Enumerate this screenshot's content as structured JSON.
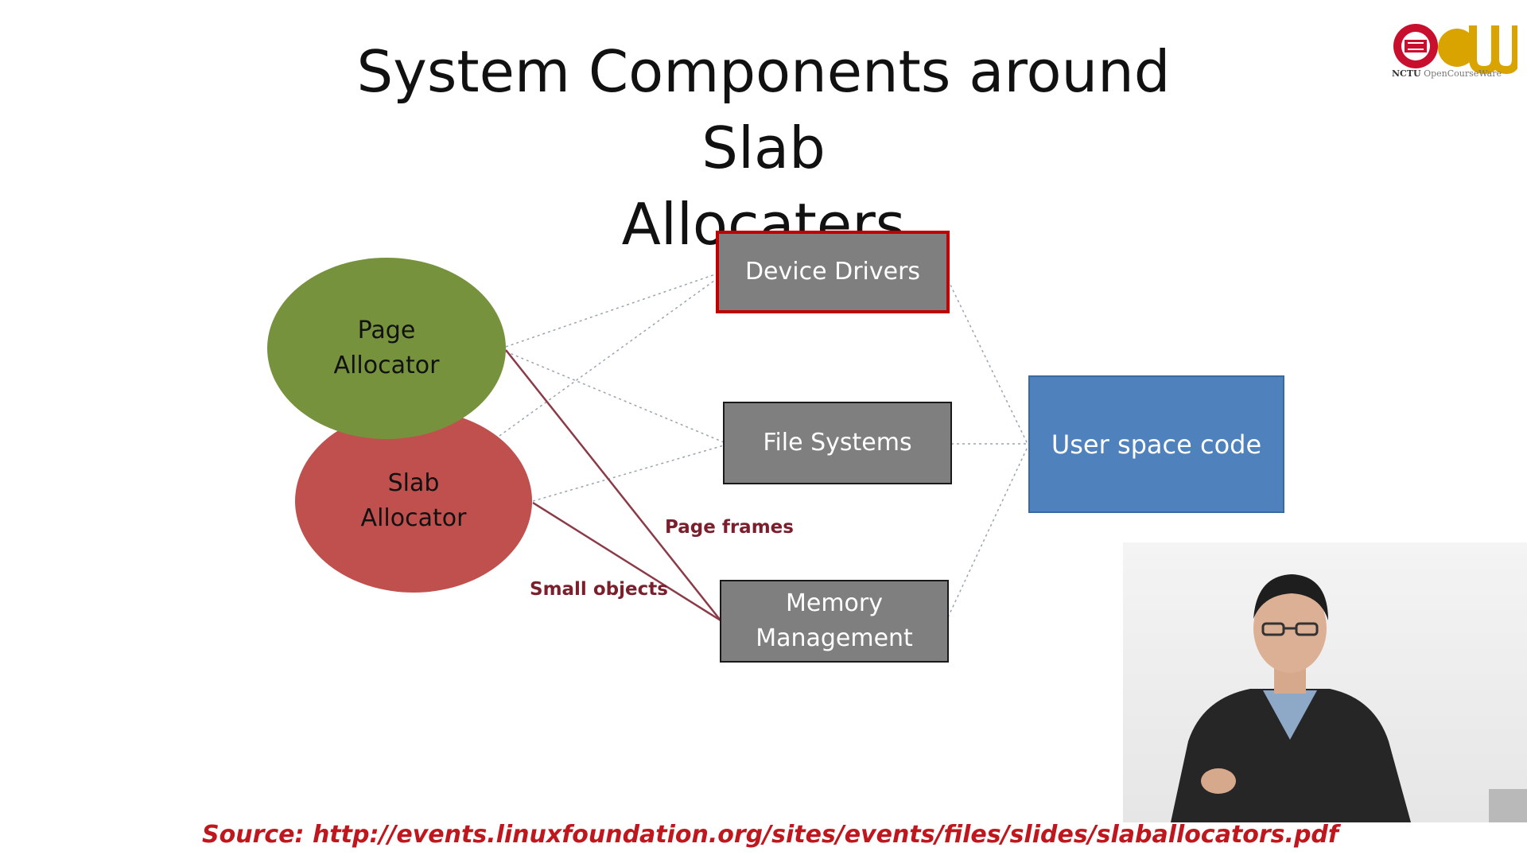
{
  "slide": {
    "title_line1": "System Components around Slab",
    "title_line2": "Allocaters"
  },
  "logo": {
    "brand": "OCW",
    "institution": "NCTU",
    "tagline": "OpenCourseWare"
  },
  "diagram": {
    "nodes": {
      "page_allocator": {
        "line1": "Page",
        "line2": "Allocator",
        "color": "#76923c"
      },
      "slab_allocator": {
        "line1": "Slab",
        "line2": "Allocator",
        "color": "#c0504d"
      },
      "device_drivers": {
        "label": "Device Drivers",
        "color": "#7f7f7f",
        "border": "#c00000"
      },
      "file_systems": {
        "label": "File Systems",
        "color": "#7f7f7f"
      },
      "memory_management": {
        "line1": "Memory",
        "line2": "Management",
        "color": "#7f7f7f"
      },
      "user_space_code": {
        "label": "User space code",
        "color": "#4f81bd"
      }
    },
    "edge_labels": {
      "page_frames": "Page frames",
      "small_objects": "Small objects"
    }
  },
  "footer": {
    "source": "Source: http://events.linuxfoundation.org/sites/events/files/slides/slaballocators.pdf"
  }
}
